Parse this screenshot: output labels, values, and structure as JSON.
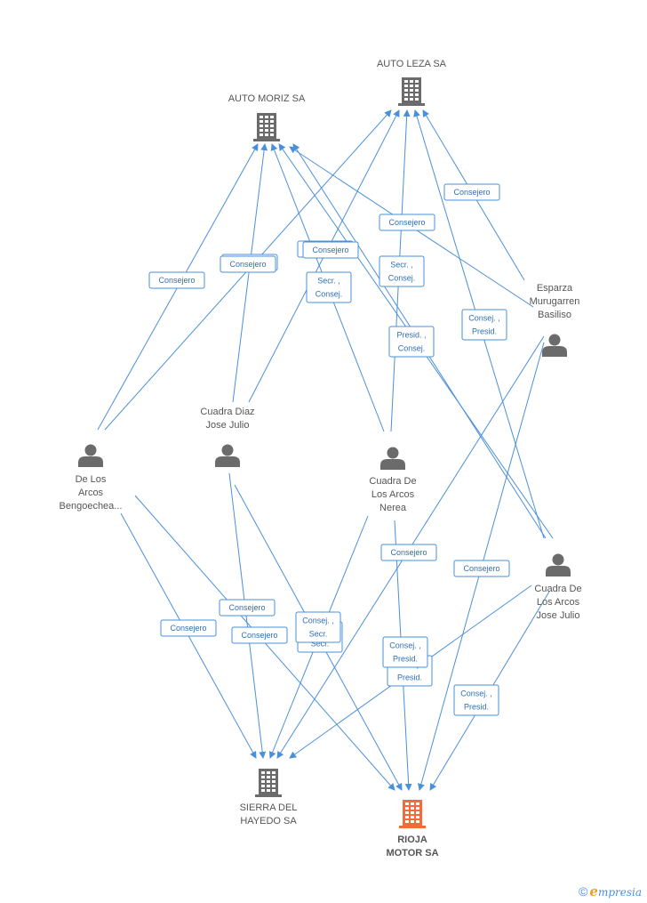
{
  "colors": {
    "edge": "#4a90d9",
    "label_text": "#2f6fb3",
    "company": "#6b6b6b",
    "person": "#6b6b6b",
    "highlight": "#f26b3a",
    "text": "#555555"
  },
  "nodes": [
    {
      "id": "auto_moriz",
      "type": "company",
      "lines": [
        "AUTO MORIZ SA"
      ],
      "icon": "building-icon"
    },
    {
      "id": "auto_leza",
      "type": "company",
      "lines": [
        "AUTO LEZA SA"
      ],
      "icon": "building-icon"
    },
    {
      "id": "esparza",
      "type": "person",
      "lines": [
        "Esparza",
        "Murugarren",
        "Basiliso"
      ],
      "icon": "person-icon"
    },
    {
      "id": "cuadra_diaz",
      "type": "person",
      "lines": [
        "Cuadra Diaz",
        "Jose Julio"
      ],
      "icon": "person-icon"
    },
    {
      "id": "de_los_arcos",
      "type": "person",
      "lines": [
        "De Los",
        "Arcos",
        "Bengoechea..."
      ],
      "icon": "person-icon"
    },
    {
      "id": "cuadra_nerea",
      "type": "person",
      "lines": [
        "Cuadra De",
        "Los Arcos",
        "Nerea"
      ],
      "icon": "person-icon"
    },
    {
      "id": "cuadra_jose",
      "type": "person",
      "lines": [
        "Cuadra De",
        "Los Arcos",
        "Jose Julio"
      ],
      "icon": "person-icon"
    },
    {
      "id": "sierra",
      "type": "company",
      "lines": [
        "SIERRA DEL",
        "HAYEDO SA"
      ],
      "icon": "building-icon"
    },
    {
      "id": "rioja",
      "type": "company",
      "lines": [
        "RIOJA",
        "MOTOR SA"
      ],
      "icon": "building-icon",
      "highlight": true
    }
  ],
  "edges": [
    {
      "from": "de_los_arcos",
      "to": "auto_moriz",
      "lines": [
        "Consejero"
      ]
    },
    {
      "from": "cuadra_diaz",
      "to": "auto_moriz",
      "lines": [
        "Consejero"
      ]
    },
    {
      "from": "cuadra_nerea",
      "to": "auto_moriz",
      "lines": [
        "Secr. ,",
        "Consej."
      ]
    },
    {
      "from": "cuadra_jose",
      "to": "auto_moriz",
      "lines": [
        "Consejero"
      ]
    },
    {
      "from": "esparza",
      "to": "auto_moriz",
      "lines": [
        "Consejero"
      ]
    },
    {
      "from": "de_los_arcos",
      "to": "auto_leza",
      "lines": [
        "Consejero"
      ]
    },
    {
      "from": "cuadra_diaz",
      "to": "auto_leza",
      "lines": [
        "Consejero"
      ]
    },
    {
      "from": "cuadra_nerea",
      "to": "auto_leza",
      "lines": [
        "Secr. ,",
        "Consej."
      ]
    },
    {
      "from": "cuadra_jose",
      "to": "auto_leza",
      "lines": [
        "Consej. ,",
        "Presid."
      ]
    },
    {
      "from": "esparza",
      "to": "auto_leza",
      "lines": [
        "Consejero"
      ]
    },
    {
      "from": "cuadra_jose",
      "to": "auto_moriz",
      "lines": [
        "Presid. ,",
        "Consej."
      ]
    },
    {
      "from": "de_los_arcos",
      "to": "sierra",
      "lines": [
        "Consejero"
      ]
    },
    {
      "from": "cuadra_diaz",
      "to": "sierra",
      "lines": [
        "Consejero"
      ]
    },
    {
      "from": "cuadra_nerea",
      "to": "sierra",
      "lines": [
        "Consej. ,",
        "Secr."
      ]
    },
    {
      "from": "esparza",
      "to": "sierra",
      "lines": [
        "Consejero"
      ]
    },
    {
      "from": "cuadra_jose",
      "to": "sierra",
      "lines": [
        "Consej. ,",
        "Presid."
      ]
    },
    {
      "from": "de_los_arcos",
      "to": "rioja",
      "lines": [
        "Consejero"
      ]
    },
    {
      "from": "cuadra_diaz",
      "to": "rioja",
      "lines": [
        "Consej. ,",
        "Secr."
      ]
    },
    {
      "from": "cuadra_nerea",
      "to": "rioja",
      "lines": [
        "Consej. ,",
        "Presid."
      ]
    },
    {
      "from": "esparza",
      "to": "rioja",
      "lines": [
        "Consejero"
      ]
    },
    {
      "from": "cuadra_jose",
      "to": "rioja",
      "lines": [
        "Consej. ,",
        "Presid."
      ]
    }
  ],
  "footer": {
    "symbol": "©",
    "brand_initial": "e",
    "brand_rest": "mpresia"
  }
}
